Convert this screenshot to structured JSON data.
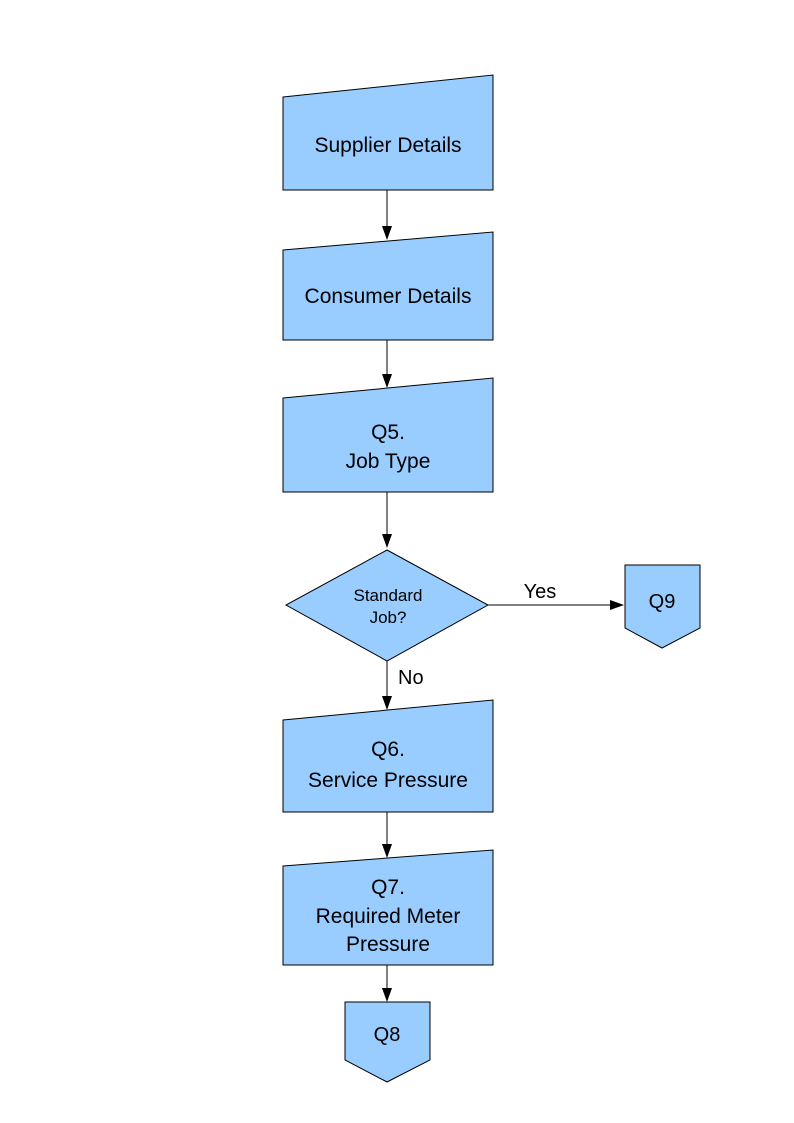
{
  "colors": {
    "node_fill": "#99CCFF",
    "node_stroke": "#000000",
    "arrow_color": "#000000",
    "background": "#FFFFFF"
  },
  "nodes": {
    "supplier_details": {
      "label": "Supplier Details"
    },
    "consumer_details": {
      "label": "Consumer Details"
    },
    "q5": {
      "line1": "Q5.",
      "line2": "Job Type"
    },
    "standard_job": {
      "line1": "Standard",
      "line2": "Job?"
    },
    "q9": {
      "label": "Q9"
    },
    "q6": {
      "line1": "Q6.",
      "line2": "Service Pressure"
    },
    "q7": {
      "line1": "Q7.",
      "line2": "Required Meter",
      "line3": "Pressure"
    },
    "q8": {
      "label": "Q8"
    }
  },
  "edges": {
    "yes": "Yes",
    "no": "No"
  }
}
